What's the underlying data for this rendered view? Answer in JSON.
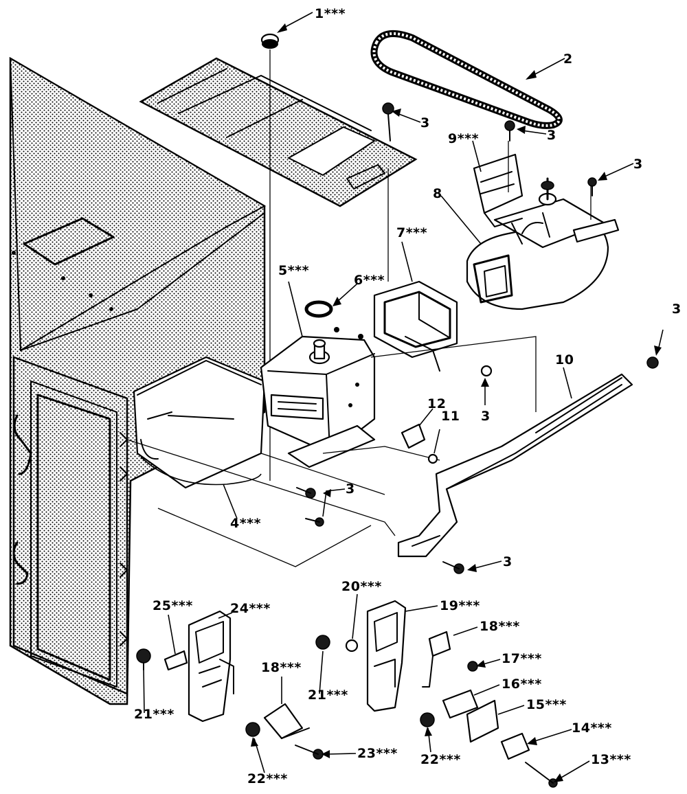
{
  "callouts": [
    {
      "id": "c1",
      "text": "1***"
    },
    {
      "id": "c2",
      "text": "2"
    },
    {
      "id": "c3a",
      "text": "3"
    },
    {
      "id": "c3b",
      "text": "3"
    },
    {
      "id": "c3c",
      "text": "3"
    },
    {
      "id": "c3d",
      "text": "3"
    },
    {
      "id": "c3e",
      "text": "3"
    },
    {
      "id": "c3f",
      "text": "3"
    },
    {
      "id": "c3g",
      "text": "3"
    },
    {
      "id": "c4",
      "text": "4***"
    },
    {
      "id": "c5",
      "text": "5***"
    },
    {
      "id": "c6",
      "text": "6***"
    },
    {
      "id": "c7",
      "text": "7***"
    },
    {
      "id": "c8",
      "text": "8"
    },
    {
      "id": "c9",
      "text": "9***"
    },
    {
      "id": "c10",
      "text": "10"
    },
    {
      "id": "c11",
      "text": "11"
    },
    {
      "id": "c12",
      "text": "12"
    },
    {
      "id": "c13",
      "text": "13***"
    },
    {
      "id": "c14",
      "text": "14***"
    },
    {
      "id": "c15",
      "text": "15***"
    },
    {
      "id": "c16",
      "text": "16***"
    },
    {
      "id": "c17",
      "text": "17***"
    },
    {
      "id": "c18a",
      "text": "18***"
    },
    {
      "id": "c18b",
      "text": "18***"
    },
    {
      "id": "c19",
      "text": "19***"
    },
    {
      "id": "c20",
      "text": "20***"
    },
    {
      "id": "c21a",
      "text": "21***"
    },
    {
      "id": "c21b",
      "text": "21***"
    },
    {
      "id": "c22a",
      "text": "22***"
    },
    {
      "id": "c22b",
      "text": "22***"
    },
    {
      "id": "c23",
      "text": "23***"
    },
    {
      "id": "c24",
      "text": "24***"
    },
    {
      "id": "c25",
      "text": "25***"
    }
  ]
}
